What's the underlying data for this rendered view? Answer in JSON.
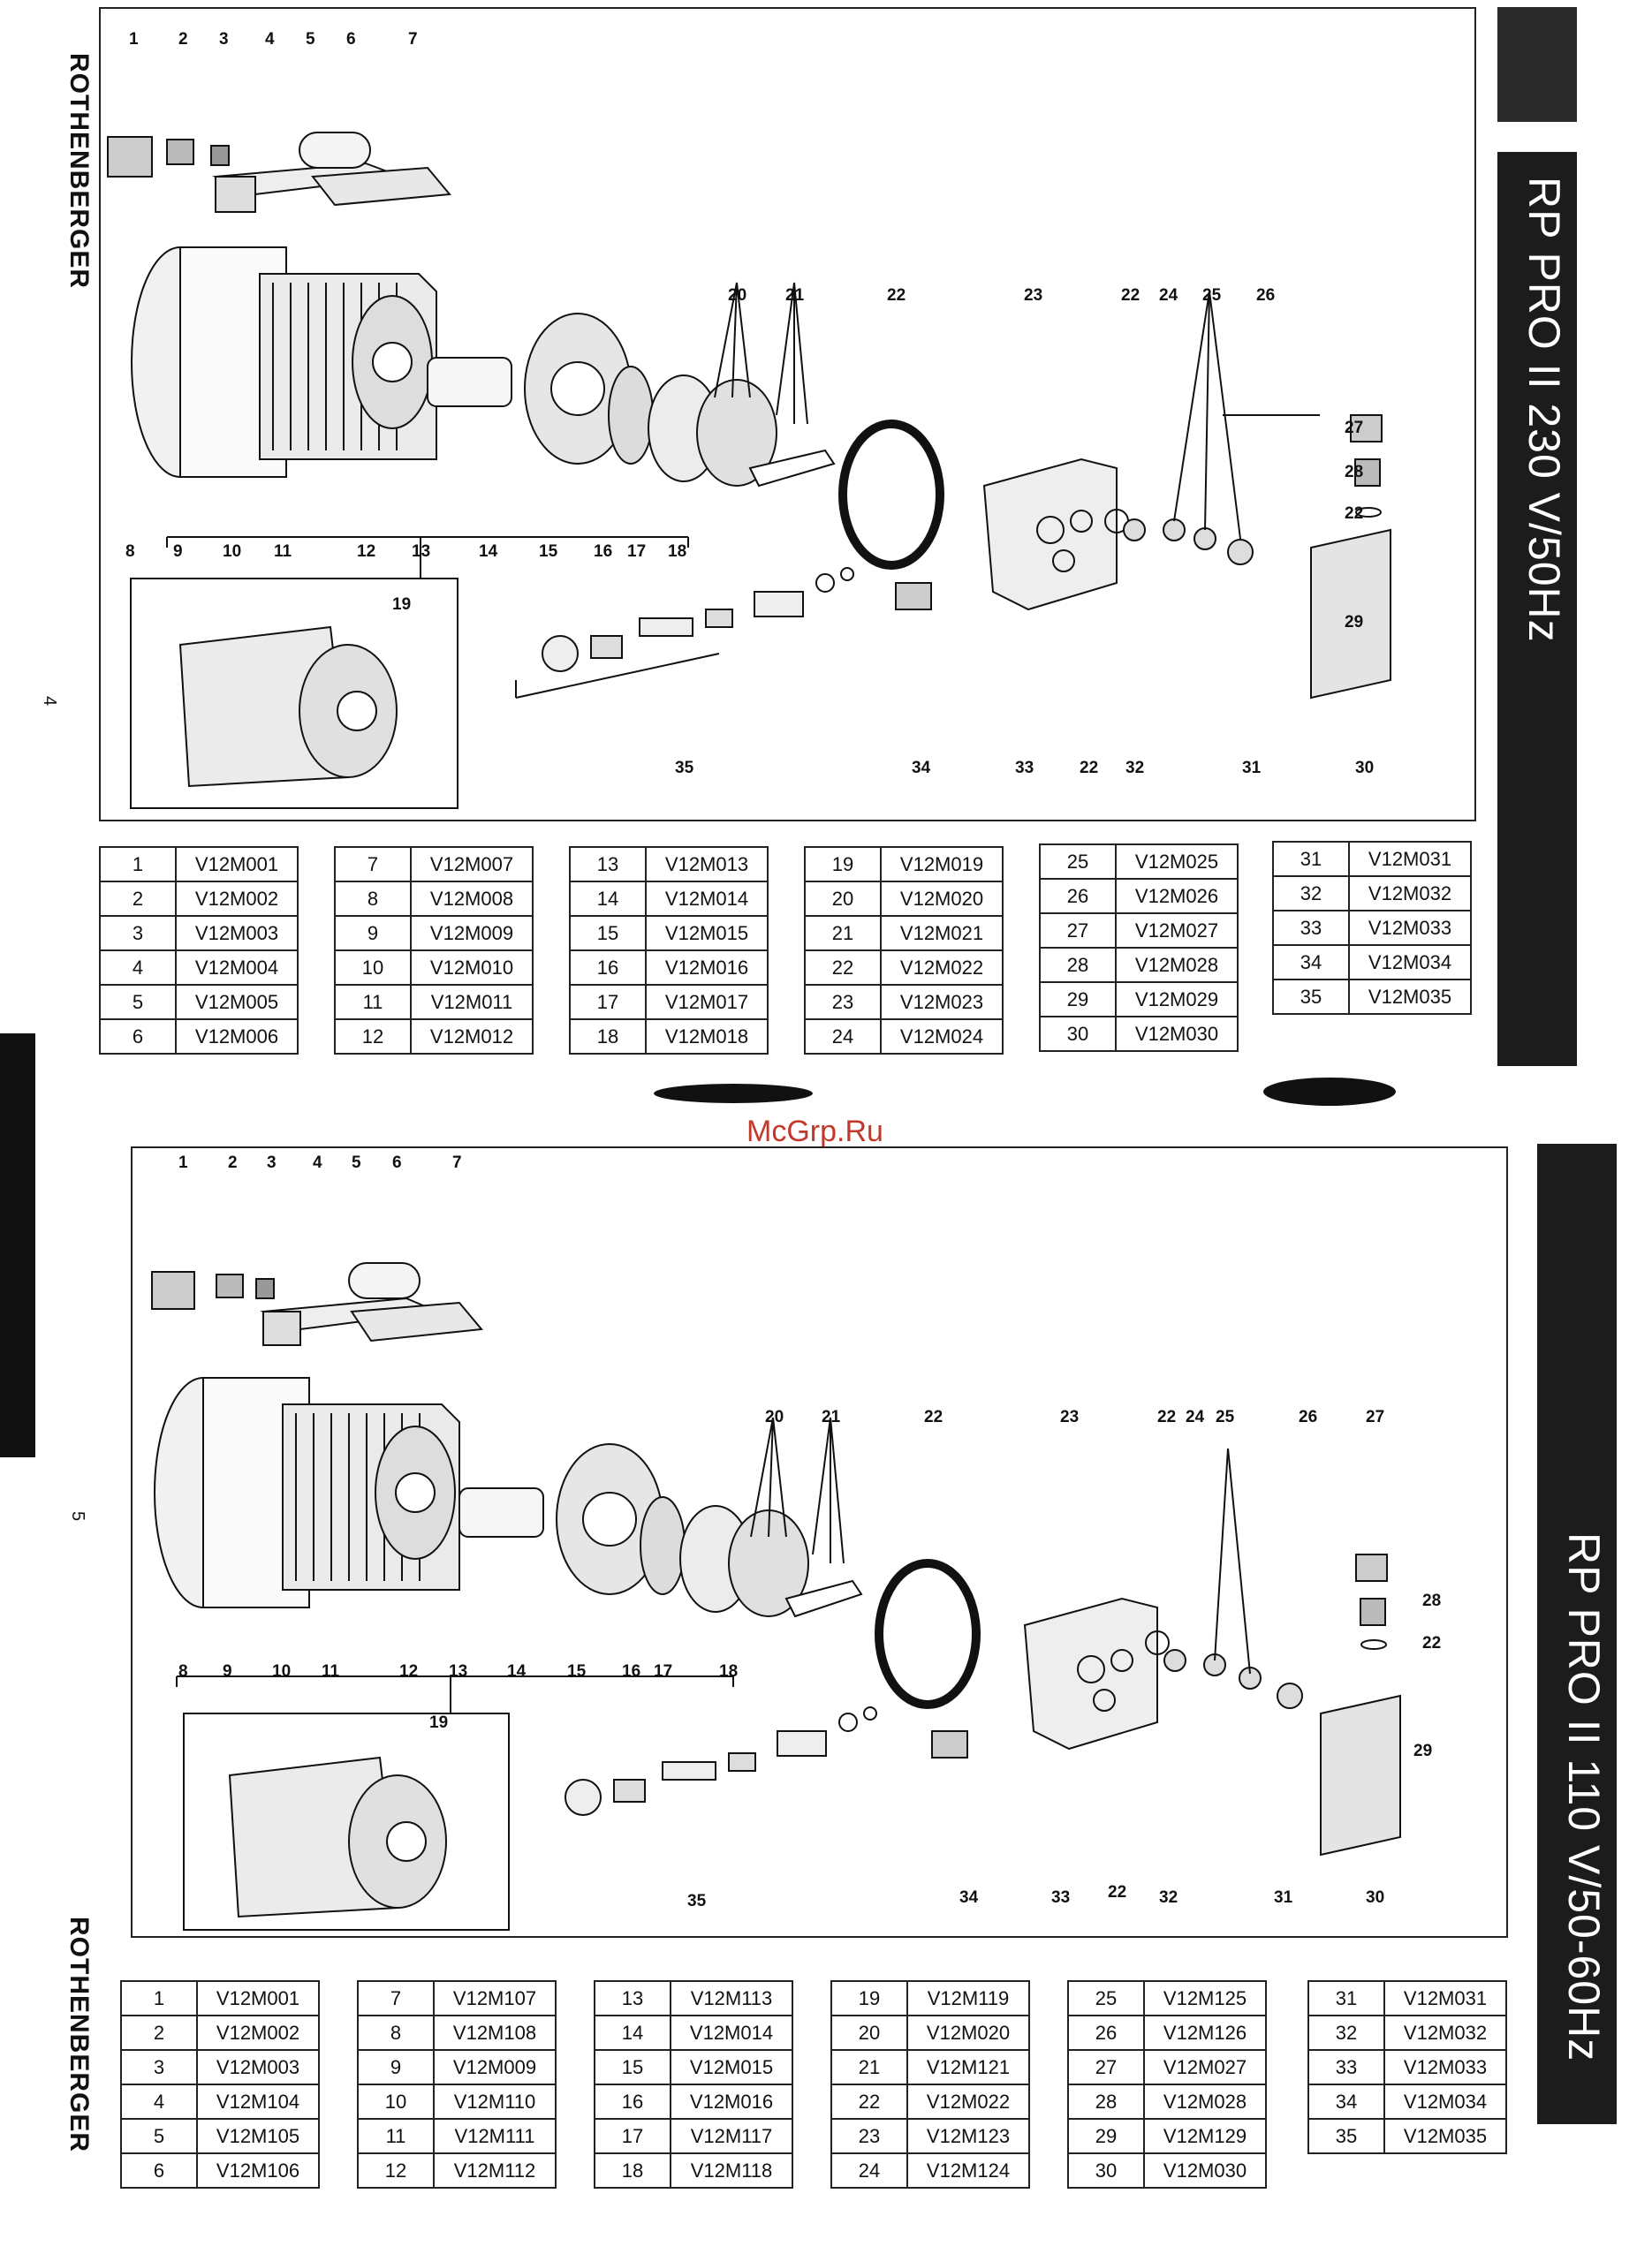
{
  "brand": "ROTHENBERGER",
  "watermark": "McGrp.Ru",
  "page_numbers": {
    "top": "4",
    "bottom": "5"
  },
  "sections": [
    {
      "title": "RP PRO II  230 V/50Hz",
      "callouts": [
        "1",
        "2",
        "3",
        "4",
        "5",
        "6",
        "7",
        "8",
        "9",
        "10",
        "11",
        "12",
        "13",
        "14",
        "15",
        "16",
        "17",
        "18",
        "19",
        "20",
        "21",
        "22",
        "23",
        "22",
        "24",
        "25",
        "26",
        "27",
        "28",
        "22",
        "29",
        "30",
        "31",
        "32",
        "22",
        "33",
        "34",
        "35"
      ],
      "columns": [
        [
          [
            "1",
            "V12M001"
          ],
          [
            "2",
            "V12M002"
          ],
          [
            "3",
            "V12M003"
          ],
          [
            "4",
            "V12M004"
          ],
          [
            "5",
            "V12M005"
          ],
          [
            "6",
            "V12M006"
          ]
        ],
        [
          [
            "7",
            "V12M007"
          ],
          [
            "8",
            "V12M008"
          ],
          [
            "9",
            "V12M009"
          ],
          [
            "10",
            "V12M010"
          ],
          [
            "11",
            "V12M011"
          ],
          [
            "12",
            "V12M012"
          ]
        ],
        [
          [
            "13",
            "V12M013"
          ],
          [
            "14",
            "V12M014"
          ],
          [
            "15",
            "V12M015"
          ],
          [
            "16",
            "V12M016"
          ],
          [
            "17",
            "V12M017"
          ],
          [
            "18",
            "V12M018"
          ]
        ],
        [
          [
            "19",
            "V12M019"
          ],
          [
            "20",
            "V12M020"
          ],
          [
            "21",
            "V12M021"
          ],
          [
            "22",
            "V12M022"
          ],
          [
            "23",
            "V12M023"
          ],
          [
            "24",
            "V12M024"
          ]
        ],
        [
          [
            "25",
            "V12M025"
          ],
          [
            "26",
            "V12M026"
          ],
          [
            "27",
            "V12M027"
          ],
          [
            "28",
            "V12M028"
          ],
          [
            "29",
            "V12M029"
          ],
          [
            "30",
            "V12M030"
          ]
        ],
        [
          [
            "31",
            "V12M031"
          ],
          [
            "32",
            "V12M032"
          ],
          [
            "33",
            "V12M033"
          ],
          [
            "34",
            "V12M034"
          ],
          [
            "35",
            "V12M035"
          ]
        ]
      ]
    },
    {
      "title": "RP PRO II  110 V/50-60Hz",
      "callouts": [
        "1",
        "2",
        "3",
        "4",
        "5",
        "6",
        "7",
        "8",
        "9",
        "10",
        "11",
        "12",
        "13",
        "14",
        "15",
        "16",
        "17",
        "18",
        "19",
        "20",
        "21",
        "22",
        "23",
        "22",
        "24",
        "25",
        "26",
        "27",
        "28",
        "22",
        "29",
        "30",
        "31",
        "32",
        "22",
        "33",
        "34",
        "35"
      ],
      "columns": [
        [
          [
            "1",
            "V12M001"
          ],
          [
            "2",
            "V12M002"
          ],
          [
            "3",
            "V12M003"
          ],
          [
            "4",
            "V12M104"
          ],
          [
            "5",
            "V12M105"
          ],
          [
            "6",
            "V12M106"
          ]
        ],
        [
          [
            "7",
            "V12M107"
          ],
          [
            "8",
            "V12M108"
          ],
          [
            "9",
            "V12M009"
          ],
          [
            "10",
            "V12M110"
          ],
          [
            "11",
            "V12M111"
          ],
          [
            "12",
            "V12M112"
          ]
        ],
        [
          [
            "13",
            "V12M113"
          ],
          [
            "14",
            "V12M014"
          ],
          [
            "15",
            "V12M015"
          ],
          [
            "16",
            "V12M016"
          ],
          [
            "17",
            "V12M117"
          ],
          [
            "18",
            "V12M118"
          ]
        ],
        [
          [
            "19",
            "V12M119"
          ],
          [
            "20",
            "V12M020"
          ],
          [
            "21",
            "V12M121"
          ],
          [
            "22",
            "V12M022"
          ],
          [
            "23",
            "V12M123"
          ],
          [
            "24",
            "V12M124"
          ]
        ],
        [
          [
            "25",
            "V12M125"
          ],
          [
            "26",
            "V12M126"
          ],
          [
            "27",
            "V12M027"
          ],
          [
            "28",
            "V12M028"
          ],
          [
            "29",
            "V12M129"
          ],
          [
            "30",
            "V12M030"
          ]
        ],
        [
          [
            "31",
            "V12M031"
          ],
          [
            "32",
            "V12M032"
          ],
          [
            "33",
            "V12M033"
          ],
          [
            "34",
            "V12M034"
          ],
          [
            "35",
            "V12M035"
          ]
        ]
      ]
    }
  ]
}
